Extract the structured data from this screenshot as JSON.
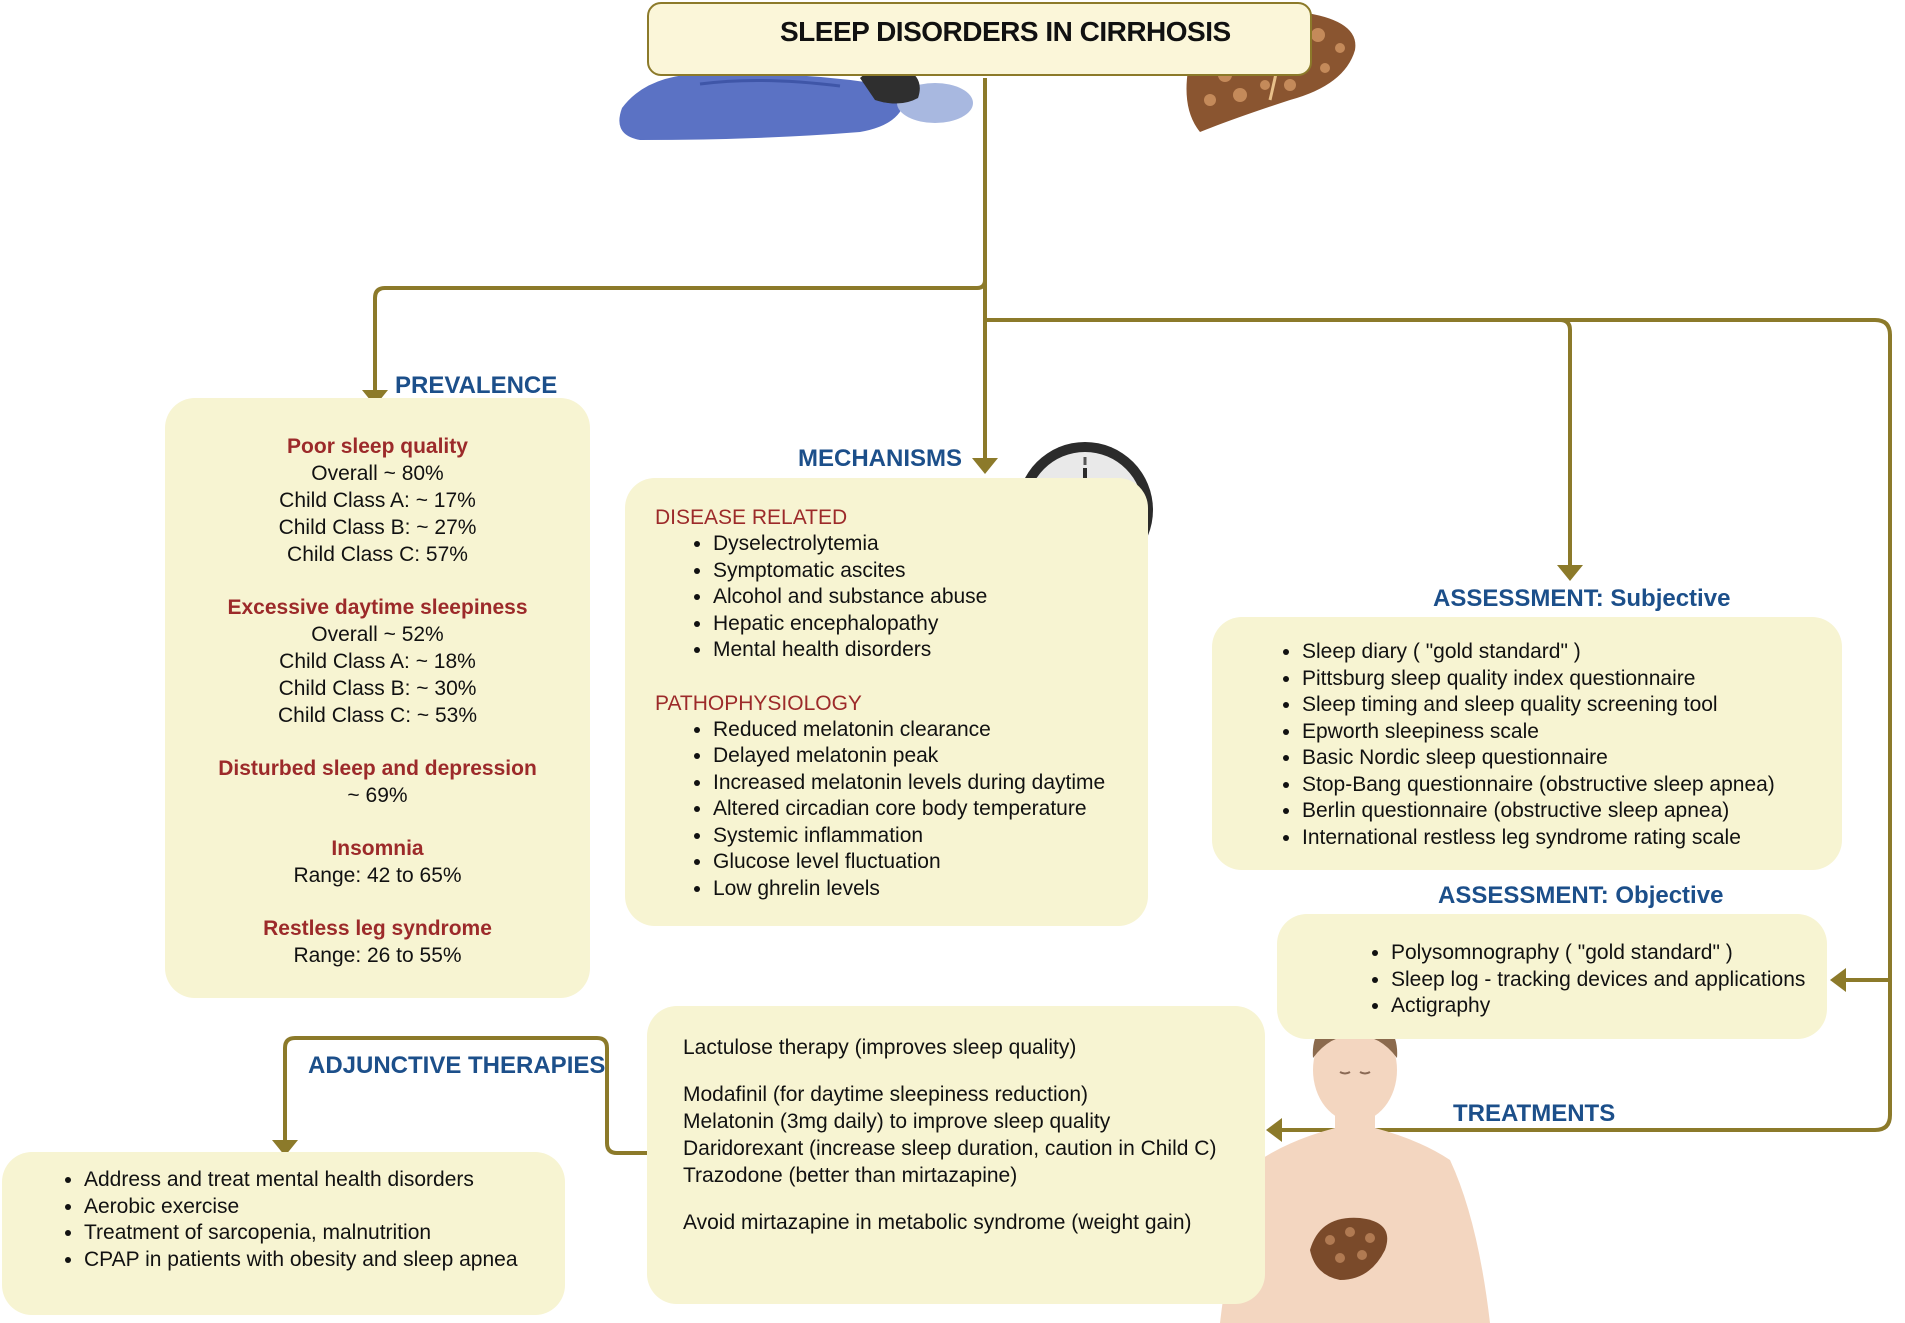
{
  "title": "SLEEP DISORDERS IN CIRRHOSIS",
  "colors": {
    "box_fill": "#f7f4d2",
    "heading_blue": "#1c4f8a",
    "subheading_red": "#9c2a2a",
    "connector_gold": "#8c7a2a"
  },
  "illustrations": [
    "sleeping-person-icon",
    "liver-icon",
    "clock-icon",
    "human-body-icon"
  ],
  "prevalence": {
    "heading": "PREVALENCE",
    "sections": [
      {
        "title": "Poor sleep quality",
        "lines": [
          "Overall ~ 80%",
          "Child Class A: ~ 17%",
          "Child Class B: ~ 27%",
          "Child Class C: 57%"
        ]
      },
      {
        "title": "Excessive daytime sleepiness",
        "lines": [
          "Overall ~ 52%",
          "Child Class A: ~ 18%",
          "Child Class B: ~ 30%",
          "Child Class C: ~ 53%"
        ]
      },
      {
        "title": "Disturbed sleep and depression",
        "lines": [
          "~ 69%"
        ]
      },
      {
        "title": "Insomnia",
        "lines": [
          "Range: 42 to 65%"
        ]
      },
      {
        "title": "Restless leg syndrome",
        "lines": [
          "Range: 26 to 55%"
        ]
      }
    ]
  },
  "mechanisms": {
    "heading": "MECHANISMS",
    "disease_related": {
      "title": "DISEASE RELATED",
      "items": [
        "Dyselectrolytemia",
        "Symptomatic ascites",
        "Alcohol and substance abuse",
        "Hepatic encephalopathy",
        "Mental health disorders"
      ]
    },
    "pathophysiology": {
      "title": "PATHOPHYSIOLOGY",
      "items": [
        "Reduced melatonin clearance",
        "Delayed melatonin peak",
        "Increased melatonin levels during daytime",
        "Altered circadian core body temperature",
        "Systemic inflammation",
        "Glucose level fluctuation",
        "Low ghrelin levels"
      ]
    }
  },
  "assessment_subjective": {
    "heading": "ASSESSMENT: Subjective",
    "items": [
      "Sleep diary ( \"gold standard\" )",
      "Pittsburg sleep quality index questionnaire",
      "Sleep timing and sleep quality screening tool",
      "Epworth sleepiness scale",
      "Basic Nordic sleep questionnaire",
      "Stop-Bang questionnaire (obstructive sleep apnea)",
      "Berlin questionnaire (obstructive sleep apnea)",
      "International restless leg syndrome rating scale"
    ]
  },
  "assessment_objective": {
    "heading": "ASSESSMENT: Objective",
    "items": [
      "Polysomnography ( \"gold standard\" )",
      "Sleep log - tracking devices and applications",
      "Actigraphy"
    ]
  },
  "treatments": {
    "heading": "TREATMENTS",
    "lines": [
      "Lactulose therapy (improves sleep quality)",
      "",
      "Modafinil (for daytime sleepiness reduction)",
      "Melatonin (3mg daily) to improve sleep quality",
      "Daridorexant (increase sleep duration, caution in Child C)",
      "Trazodone (better than mirtazapine)",
      "",
      "Avoid mirtazapine in metabolic syndrome (weight gain)"
    ]
  },
  "adjunctive": {
    "heading": "ADJUNCTIVE THERAPIES",
    "items": [
      "Address and treat mental health disorders",
      "Aerobic exercise",
      "Treatment of sarcopenia, malnutrition",
      "CPAP in patients with obesity and sleep apnea"
    ]
  }
}
